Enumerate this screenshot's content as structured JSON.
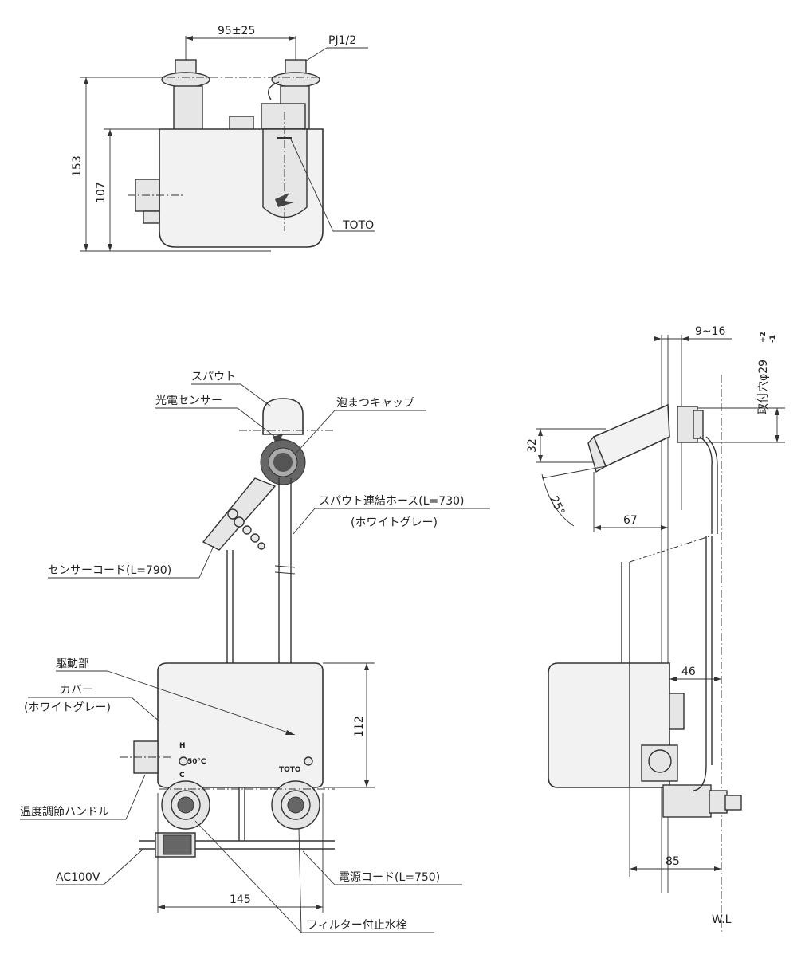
{
  "top_view": {
    "dim_center": "95±25",
    "dim_thread": "PJ1/2",
    "dim_height_total": "153",
    "dim_height_body": "107",
    "brand": "TOTO"
  },
  "front_view": {
    "labels": {
      "spout": "スパウト",
      "photo_sensor": "光電センサー",
      "aerator_cap": "泡まつキャップ",
      "spout_hose": "スパウト連結ホース(L=730)",
      "spout_hose_color": "(ホワイトグレー)",
      "sensor_cord": "センサーコード(L=790)",
      "drive_unit": "駆動部",
      "cover": "カバー",
      "cover_color": "(ホワイトグレー)",
      "temp_handle": "温度調節ハンドル",
      "ac": "AC100V",
      "power_cord": "電源コード(L=750)",
      "filter_valve": "フィルター付止水栓"
    },
    "dim_height": "112",
    "dim_width": "145",
    "handle_marks": {
      "h": "H",
      "c": "C",
      "temp": "50℃"
    },
    "brand": "TOTO"
  },
  "side_view": {
    "dim_wall": "9~16",
    "dim_hole": "取付穴φ29",
    "dim_hole_tol_plus": "+2",
    "dim_hole_tol_minus": "-1",
    "dim_32": "32",
    "dim_angle": "25°",
    "dim_67": "67",
    "dim_46": "46",
    "dim_85": "85",
    "wl": "W.L"
  }
}
